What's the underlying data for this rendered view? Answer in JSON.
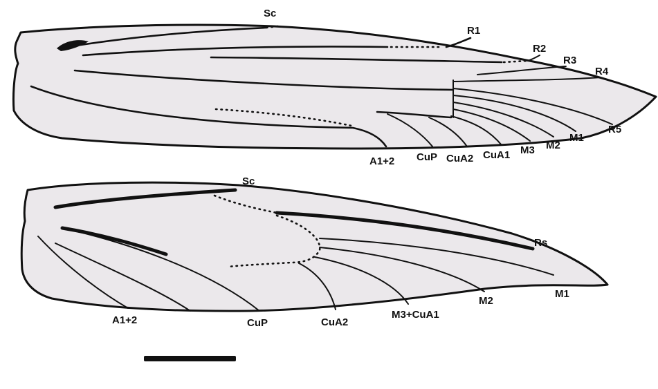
{
  "forewing": {
    "labels": {
      "sc": "Sc",
      "r1": "R1",
      "r2": "R2",
      "r3": "R3",
      "r4": "R4",
      "r5": "R5",
      "m1": "M1",
      "m2": "M2",
      "m3": "M3",
      "cua1": "CuA1",
      "cua2": "CuA2",
      "cup": "CuP",
      "a12": "A1+2"
    }
  },
  "hindwing": {
    "labels": {
      "sc": "Sc",
      "rs": "Rs",
      "m1": "M1",
      "m2": "M2",
      "m3cua1": "M3+CuA1",
      "cua2": "CuA2",
      "cup": "CuP",
      "a12": "A1+2"
    }
  },
  "colors": {
    "wing_fill": "#ebe8eb",
    "ink": "#111111",
    "background": "#ffffff"
  }
}
